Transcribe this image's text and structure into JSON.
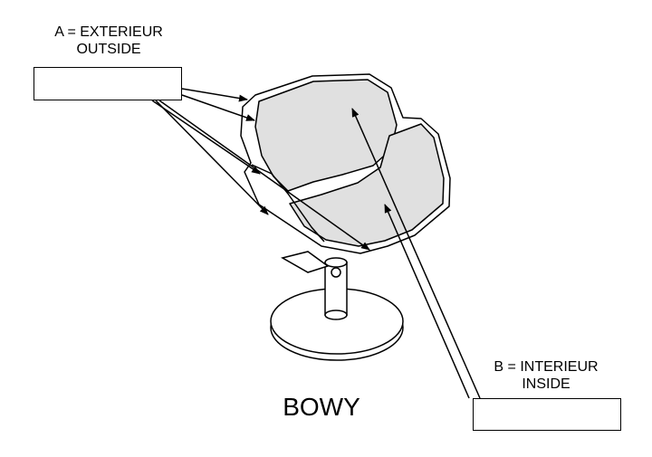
{
  "label_a": {
    "line1": "A = EXTERIEUR",
    "line2": "OUTSIDE"
  },
  "label_b": {
    "line1": "B = INTERIEUR",
    "line2": "INSIDE"
  },
  "box_a": {
    "value": ""
  },
  "box_b": {
    "value": ""
  },
  "model_name": "BOWY",
  "colors": {
    "line": "#000000",
    "seat_fill": "#e0e0e0",
    "background": "#ffffff"
  }
}
